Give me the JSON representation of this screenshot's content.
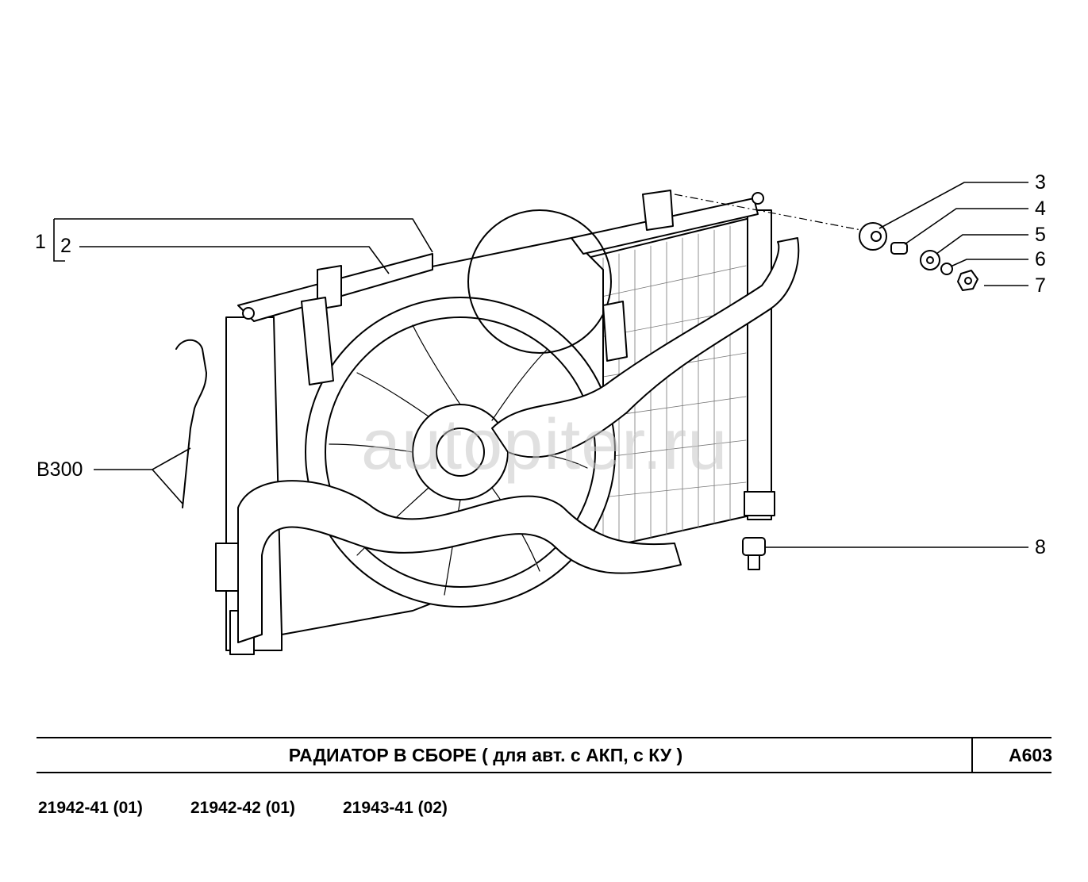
{
  "diagram": {
    "callouts": [
      {
        "id": "1",
        "text": "1"
      },
      {
        "id": "2",
        "text": "2"
      },
      {
        "id": "3",
        "text": "3"
      },
      {
        "id": "4",
        "text": "4"
      },
      {
        "id": "5",
        "text": "5"
      },
      {
        "id": "6",
        "text": "6"
      },
      {
        "id": "7",
        "text": "7"
      },
      {
        "id": "8",
        "text": "8"
      },
      {
        "id": "b300",
        "text": "B300"
      }
    ],
    "watermark": "autopiter.ru"
  },
  "title_block": {
    "title": "РАДИАТОР  В  СБОРЕ  ( для авт. с АКП, с КУ )",
    "code": "A603"
  },
  "models": [
    "21942-41 (01)",
    "21942-42 (01)",
    "21943-41 (02)"
  ]
}
